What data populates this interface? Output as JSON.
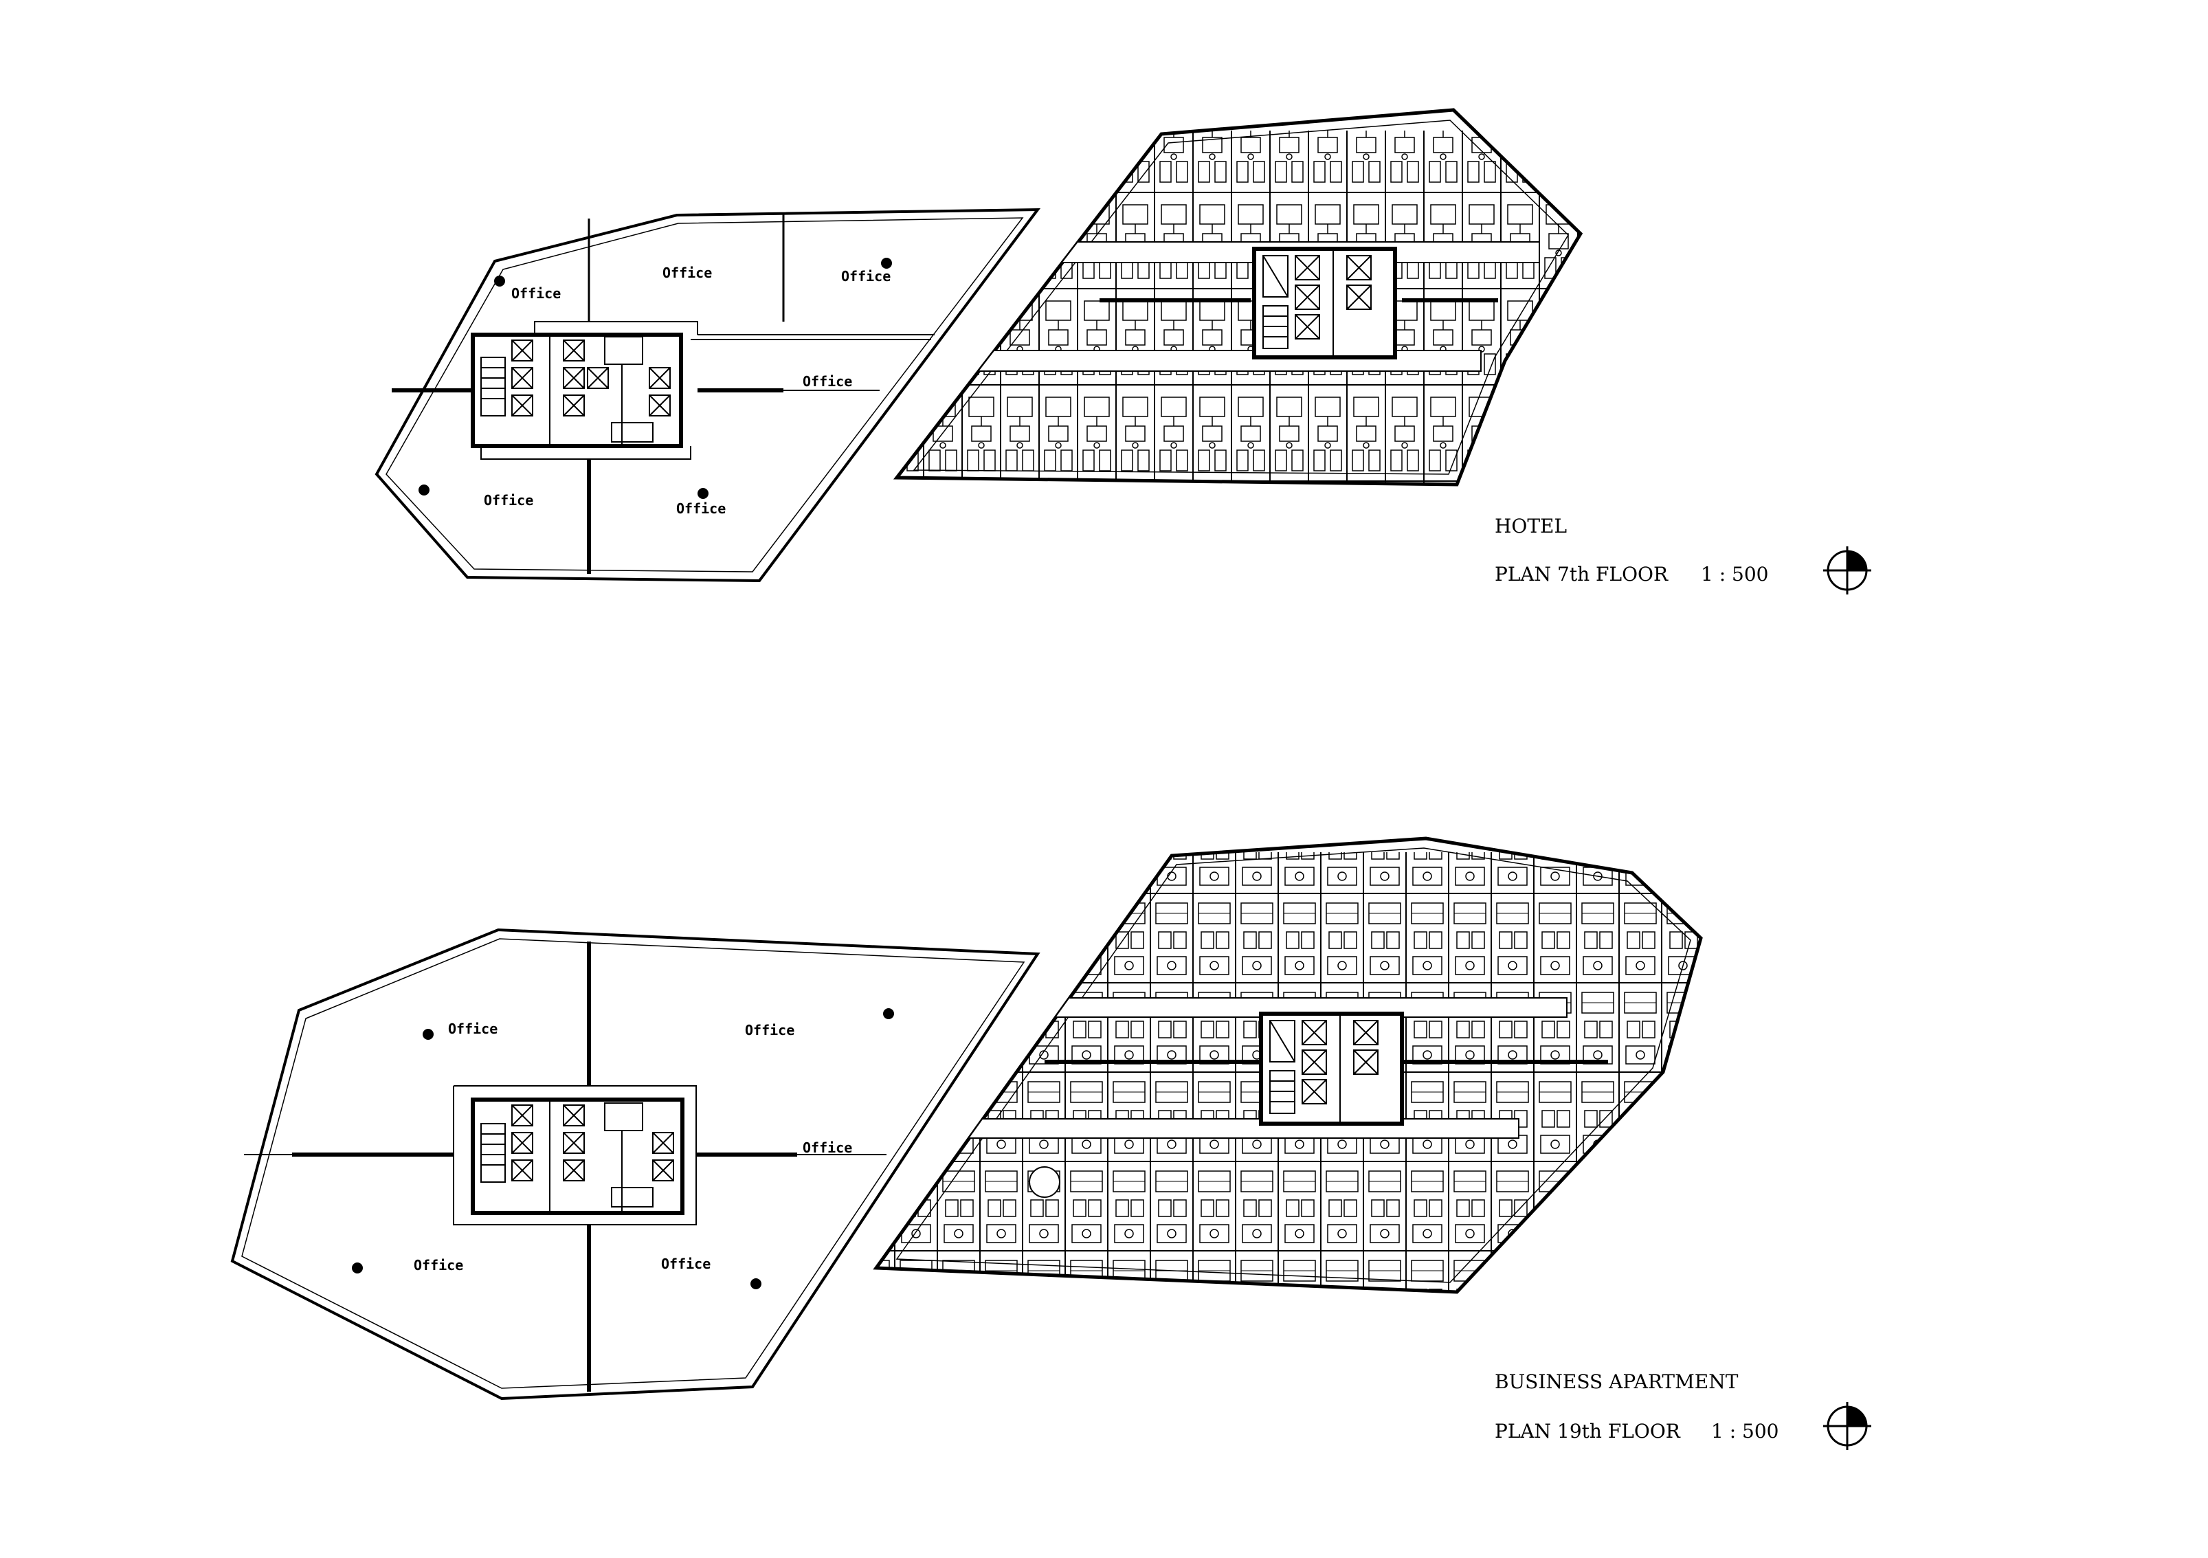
{
  "plan_7": {
    "office_rooms": [
      "Office",
      "Office",
      "Office",
      "Office",
      "Office",
      "Office"
    ],
    "use_label": "HOTEL",
    "plan_label": "PLAN 7th FLOOR",
    "scale": "1 : 500"
  },
  "plan_19": {
    "office_rooms": [
      "Office",
      "Office",
      "Office",
      "Office",
      "Office"
    ],
    "use_label": "BUSINESS APARTMENT",
    "plan_label": "PLAN 19th FLOOR",
    "scale": "1 : 500"
  },
  "colors": {
    "line": "#000000",
    "background": "#ffffff"
  },
  "icons": {
    "north_arrow": "north-arrow-icon",
    "column": "column-dot-icon"
  }
}
